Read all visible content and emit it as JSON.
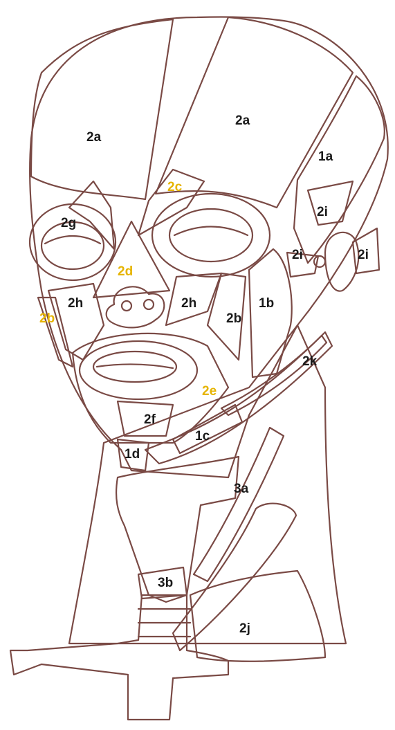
{
  "colors": {
    "facial_muscles_green": "#1f7a2e",
    "scalp_green": "#8ec9a6",
    "nerve_blue": "#2a6fc4",
    "muscle_red": "#d4202b",
    "muscle_orange": "#d4681e",
    "cartilage_yellow": "#f6e7a1",
    "light_blue": "#bfe3e6",
    "outline_brown": "#7a4a45",
    "label_black": "#1a1a1a",
    "label_yellow": "#e6b400"
  },
  "labels": {
    "l_2a_left": "2a",
    "l_2a_right": "2a",
    "l_1a": "1a",
    "l_2c": "2c",
    "l_2g": "2g",
    "l_2i_top": "2i",
    "l_2i_mid": "2i",
    "l_2i_right": "2i",
    "l_2d": "2d",
    "l_2h_left": "2h",
    "l_2h_right": "2h",
    "l_1b": "1b",
    "l_2b_left": "2b",
    "l_2b_right": "2b",
    "l_2k": "2k",
    "l_2e": "2e",
    "l_2f": "2f",
    "l_1c": "1c",
    "l_1d": "1d",
    "l_3a": "3a",
    "l_3b": "3b",
    "l_2j": "2j"
  }
}
